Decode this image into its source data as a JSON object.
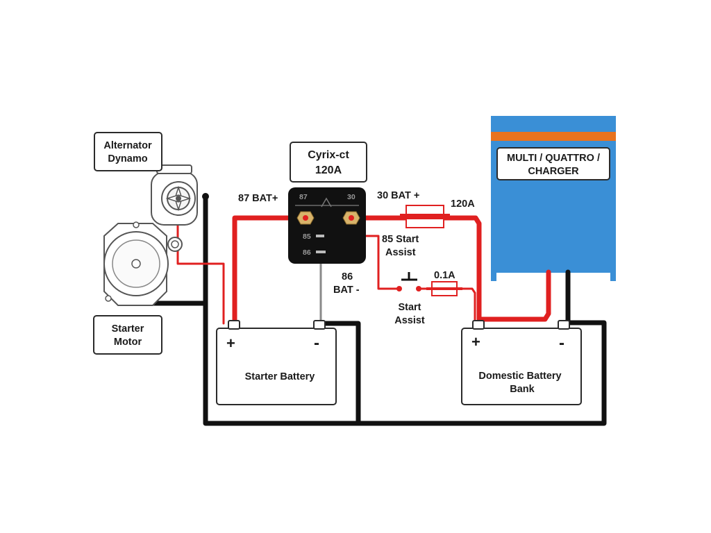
{
  "labels": {
    "alternator": [
      "Alternator",
      "Dynamo"
    ],
    "starter_motor": [
      "Starter",
      "Motor"
    ],
    "relay_title": [
      "Cyrix-ct",
      "120A"
    ],
    "relay_pin_87": "87",
    "relay_pin_30": "30",
    "relay_pin_85": "85",
    "relay_pin_86": "86",
    "bat_87": "87 BAT+",
    "bat_30": "30 BAT +",
    "fuse_main": "120A",
    "start_assist_85": [
      "85 Start",
      "Assist"
    ],
    "bat_86": [
      "86",
      "BAT -"
    ],
    "fuse_small": "0.1A",
    "start_assist_switch": [
      "Start",
      "Assist"
    ],
    "charger": [
      "MULTI / QUATTRO /",
      "CHARGER"
    ],
    "starter_battery": "Starter Battery",
    "domestic_battery": [
      "Domestic Battery",
      "Bank"
    ],
    "plus": "+",
    "minus": "-"
  },
  "colors": {
    "positive_wire": "#e02020",
    "negative_wire": "#111111",
    "charger_blue": "#3a8fd6",
    "charger_stripe": "#e8731f",
    "relay_body": "#111111"
  }
}
